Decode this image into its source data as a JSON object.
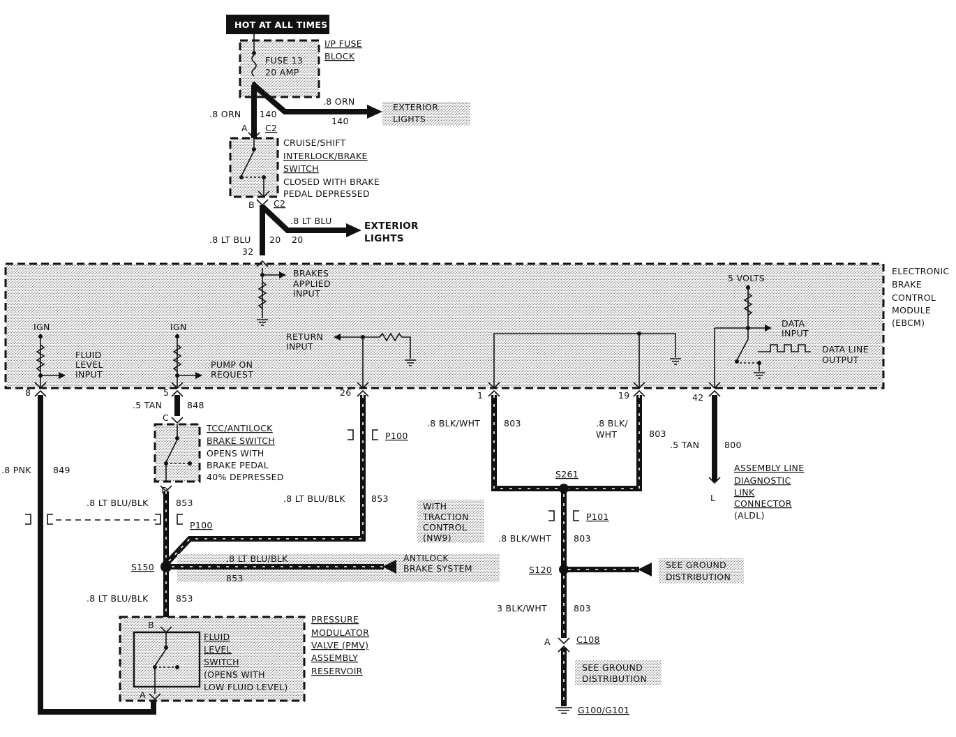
{
  "header": {
    "hot_at_all_times": "HOT AT ALL TIMES"
  },
  "fuse_block": {
    "name_line1": "I/P FUSE",
    "name_line2": "BLOCK",
    "fuse_line1": "FUSE 13",
    "fuse_line2": "20 AMP"
  },
  "wire_140": {
    "left_gauge": ".8 ORN",
    "left_circuit": "140",
    "right_gauge": ".8 ORN",
    "right_circuit": "140"
  },
  "exterior_lights_top": {
    "line1": "EXTERIOR",
    "line2": "LIGHTS"
  },
  "connector_c2_top": {
    "pin": "A",
    "name": "C2"
  },
  "cruise_switch": {
    "line1": "CRUISE/SHIFT",
    "line2": "INTERLOCK/BRAKE",
    "line3": "SWITCH",
    "line4": "CLOSED WITH BRAKE",
    "line5": "PEDAL DEPRESSED"
  },
  "connector_c2_bottom": {
    "pin": "B",
    "name": "C2"
  },
  "wire_20": {
    "left_gauge": ".8 LT BLU",
    "left_circuit": "20",
    "branch_gauge": ".8 LT BLU",
    "branch_circuit": "20",
    "pin": "32"
  },
  "exterior_lights_mid": {
    "line1": "EXTERIOR",
    "line2": "LIGHTS"
  },
  "ebcm": {
    "line1": "ELECTRONIC",
    "line2": "BRAKE",
    "line3": "CONTROL",
    "line4": "MODULE",
    "line5": "(EBCM)",
    "brakes_applied_1": "BRAKES",
    "brakes_applied_2": "APPLIED",
    "brakes_applied_3": "INPUT",
    "ign_left": "IGN",
    "fluid_level_1": "FLUID",
    "fluid_level_2": "LEVEL",
    "fluid_level_3": "INPUT",
    "ign_mid": "IGN",
    "pump_on_1": "PUMP ON",
    "pump_on_2": "REQUEST",
    "return_1": "RETURN",
    "return_2": "INPUT",
    "five_volts": "5 VOLTS",
    "data_input_1": "DATA",
    "data_input_2": "INPUT",
    "data_line_1": "DATA LINE",
    "data_line_2": "OUTPUT"
  },
  "pins": {
    "p8": "8",
    "p5": "5",
    "p26": "26",
    "p1": "1",
    "p19": "19",
    "p42": "42"
  },
  "wire_848": {
    "gauge": ".5 TAN",
    "circuit": "848"
  },
  "connector_c": {
    "pin_top": "C",
    "pin_bottom": "D"
  },
  "tcc_switch": {
    "line1": "TCC/ANTILOCK",
    "line2": "BRAKE SWITCH",
    "line3": "OPENS WITH",
    "line4": "BRAKE PEDAL",
    "line5": "40% DEPRESSED"
  },
  "wire_849": {
    "gauge": ".8 PNK",
    "circuit": "849"
  },
  "wire_853_a": {
    "gauge": ".8 LT BLU/BLK",
    "circuit": "853"
  },
  "wire_853_b": {
    "gauge": ".8 LT BLU/BLK",
    "circuit": "853"
  },
  "wire_853_c": {
    "gauge": ".8 LT BLU/BLK",
    "circuit": "853"
  },
  "wire_853_d": {
    "gauge": ".8 LT BLU/BLK",
    "circuit": "853"
  },
  "connector_p100_a": {
    "name": "P100"
  },
  "connector_p100_b": {
    "name": "P100"
  },
  "traction_control": {
    "line1": "WITH",
    "line2": "TRACTION",
    "line3": "CONTROL",
    "line4": "(NW9)"
  },
  "splice_s150": {
    "name": "S150"
  },
  "antilock_system": {
    "line1": "ANTILOCK",
    "line2": "BRAKE SYSTEM"
  },
  "pmv": {
    "line1": "PRESSURE",
    "line2": "MODULATOR",
    "line3": "VALVE (PMV)",
    "line4": "ASSEMBLY",
    "line5": "RESERVOIR",
    "pin_b": "B",
    "pin_a": "A"
  },
  "fluid_switch": {
    "line1": "FLUID",
    "line2": "LEVEL",
    "line3": "SWITCH",
    "line4": "(OPENS WITH",
    "line5": "LOW FLUID LEVEL)"
  },
  "wire_803_a": {
    "gauge": ".8 BLK/WHT",
    "circuit": "803"
  },
  "wire_803_b": {
    "gauge": ".8 BLK/",
    "gauge2": "WHT",
    "circuit": "803"
  },
  "wire_803_c": {
    "gauge": ".8 BLK/WHT",
    "circuit": "803"
  },
  "wire_803_d": {
    "gauge": "3 BLK/WHT",
    "circuit": "803"
  },
  "wire_800": {
    "gauge": ".5 TAN",
    "circuit": "800",
    "pin": "L"
  },
  "aldl": {
    "line1": "ASSEMBLY LINE",
    "line2": "DIAGNOSTIC",
    "line3": "LINK",
    "line4": "CONNECTOR",
    "line5": "(ALDL)"
  },
  "splice_s261": {
    "name": "S261"
  },
  "connector_p101": {
    "name": "P101"
  },
  "splice_s120": {
    "name": "S120"
  },
  "ground_dist_1": {
    "line1": "SEE GROUND",
    "line2": "DISTRIBUTION"
  },
  "connector_c108": {
    "pin": "A",
    "name": "C108"
  },
  "ground_dist_2": {
    "line1": "SEE GROUND",
    "line2": "DISTRIBUTION"
  },
  "ground_g100": {
    "name": "G100/G101"
  }
}
